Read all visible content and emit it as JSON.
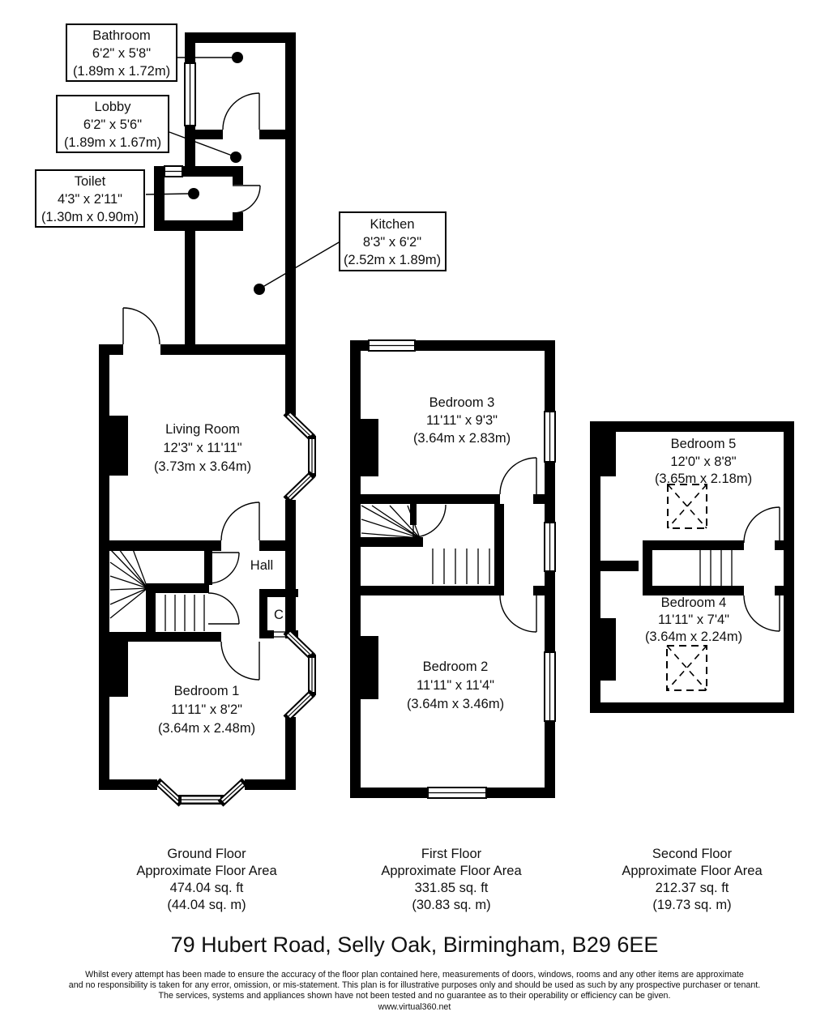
{
  "page": {
    "title": "79 Hubert Road, Selly Oak, Birmingham, B29 6EE",
    "website": "www.virtual360.net",
    "disclaimer_line1": "Whilst every attempt has been made to ensure the accuracy of the floor plan contained here, measurements of doors, windows, rooms and any other items are approximate",
    "disclaimer_line2": "and no responsibility is taken for any error, omission, or mis-statement. This plan is for illustrative purposes only and should be used as such by any prospective purchaser or tenant.",
    "disclaimer_line3": "The services, systems and appliances shown have not been tested and no guarantee as to their operability or efficiency can be given."
  },
  "colors": {
    "wall": "#000000",
    "background": "#ffffff"
  },
  "floors": {
    "ground": {
      "name": "Ground Floor",
      "area_heading": "Approximate Floor Area",
      "area_ft": "474.04 sq. ft",
      "area_m": "(44.04 sq. m)"
    },
    "first": {
      "name": "First Floor",
      "area_heading": "Approximate Floor Area",
      "area_ft": "331.85 sq. ft",
      "area_m": "(30.83 sq. m)"
    },
    "second": {
      "name": "Second Floor",
      "area_heading": "Approximate Floor Area",
      "area_ft": "212.37 sq. ft",
      "area_m": "(19.73 sq. m)"
    }
  },
  "rooms": {
    "bathroom": {
      "name": "Bathroom",
      "imperial": "6'2\" x 5'8\"",
      "metric": "(1.89m x 1.72m)"
    },
    "lobby": {
      "name": "Lobby",
      "imperial": "6'2\" x 5'6\"",
      "metric": "(1.89m x 1.67m)"
    },
    "toilet": {
      "name": "Toilet",
      "imperial": "4'3\" x 2'11\"",
      "metric": "(1.30m x 0.90m)"
    },
    "kitchen": {
      "name": "Kitchen",
      "imperial": "8'3\" x 6'2\"",
      "metric": "(2.52m x 1.89m)"
    },
    "living_room": {
      "name": "Living Room",
      "imperial": "12'3\" x 11'11\"",
      "metric": "(3.73m x 3.64m)"
    },
    "hall": {
      "name": "Hall"
    },
    "cupboard": {
      "name": "C"
    },
    "bedroom1": {
      "name": "Bedroom 1",
      "imperial": "11'11\" x 8'2\"",
      "metric": "(3.64m x 2.48m)"
    },
    "bedroom2": {
      "name": "Bedroom 2",
      "imperial": "11'11\" x 11'4\"",
      "metric": "(3.64m x 3.46m)"
    },
    "bedroom3": {
      "name": "Bedroom 3",
      "imperial": "11'11\" x 9'3\"",
      "metric": "(3.64m x 2.83m)"
    },
    "bedroom4": {
      "name": "Bedroom 4",
      "imperial": "11'11\" x 7'4\"",
      "metric": "(3.64m x 2.24m)"
    },
    "bedroom5": {
      "name": "Bedroom 5",
      "imperial": "12'0\" x 8'8\"",
      "metric": "(3.65m x 2.18m)"
    }
  }
}
